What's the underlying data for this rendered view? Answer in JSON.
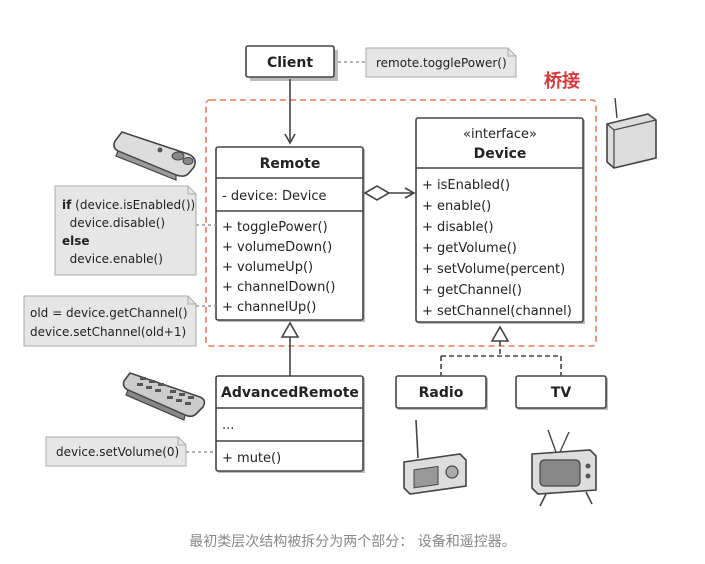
{
  "bridge_label": "桥接",
  "caption": "最初类层次结构被拆分为两个部分： 设备和遥控器。",
  "client": {
    "title": "Client"
  },
  "client_note": "remote.togglePower()",
  "remote": {
    "title": "Remote",
    "fields": [
      "- device: Device"
    ],
    "methods": [
      "+ togglePower()",
      "+ volumeDown()",
      "+ volumeUp()",
      "+ channelDown()",
      "+ channelUp()"
    ]
  },
  "device": {
    "stereotype": "«interface»",
    "title": "Device",
    "methods": [
      "+ isEnabled()",
      "+ enable()",
      "+ disable()",
      "+ getVolume()",
      "+ setVolume(percent)",
      "+ getChannel()",
      "+ setChannel(channel)"
    ]
  },
  "advanced_remote": {
    "title": "AdvancedRemote",
    "fields": [
      "..."
    ],
    "methods": [
      "+ mute()"
    ]
  },
  "radio": {
    "title": "Radio"
  },
  "tv": {
    "title": "TV"
  },
  "note_toggle": {
    "lines": [
      {
        "kw": "if",
        "rest": " (device.isEnabled())"
      },
      {
        "kw": "",
        "rest": "  device.disable()"
      },
      {
        "kw": "else",
        "rest": ""
      },
      {
        "kw": "",
        "rest": "  device.enable()"
      }
    ]
  },
  "note_channel": {
    "lines": [
      "old = device.getChannel()",
      "device.setChannel(old+1)"
    ]
  },
  "note_mute": "device.setVolume(0)",
  "colors": {
    "box_fill": "#ffffff",
    "box_stroke": "#444444",
    "note_fill": "#e6e6e6",
    "bridge_border": "#e8785c",
    "bridge_label": "#d23c3c"
  }
}
